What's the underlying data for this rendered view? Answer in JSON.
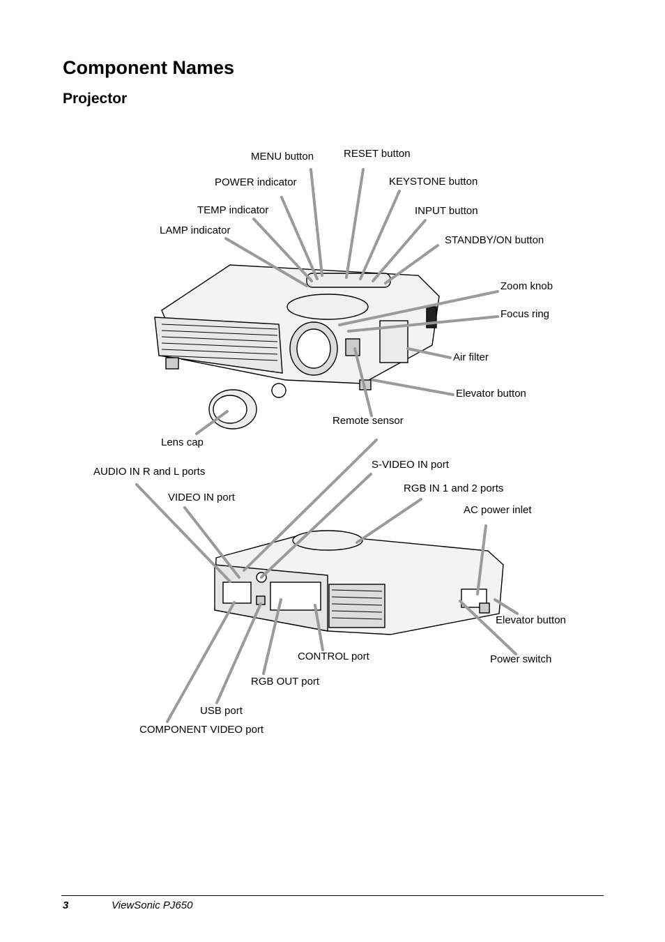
{
  "heading": "Component Names",
  "subheading": "Projector",
  "labels": {
    "menu_button": "MENU button",
    "reset_button": "RESET button",
    "power_indicator": "POWER indicator",
    "keystone_button": "KEYSTONE button",
    "temp_indicator": "TEMP indicator",
    "input_button": "INPUT button",
    "lamp_indicator": "LAMP indicator",
    "standby_on_button": "STANDBY/ON button",
    "zoom_knob": "Zoom knob",
    "focus_ring": "Focus ring",
    "air_filter": "Air filter",
    "elevator_button_front": "Elevator button",
    "remote_sensor": "Remote sensor",
    "lens_cap": "Lens cap",
    "audio_in_ports": "AUDIO IN R and L ports",
    "s_video_in_port": "S-VIDEO IN port",
    "video_in_port": "VIDEO IN port",
    "rgb_in_ports": "RGB IN 1 and 2 ports",
    "ac_power_inlet": "AC power inlet",
    "elevator_button_rear": "Elevator button",
    "control_port": "CONTROL port",
    "power_switch": "Power switch",
    "rgb_out_port": "RGB OUT port",
    "usb_port": "USB port",
    "component_video_port": "COMPONENT VIDEO port"
  },
  "footer": {
    "page_number": "3",
    "title": "ViewSonic  PJ650"
  }
}
